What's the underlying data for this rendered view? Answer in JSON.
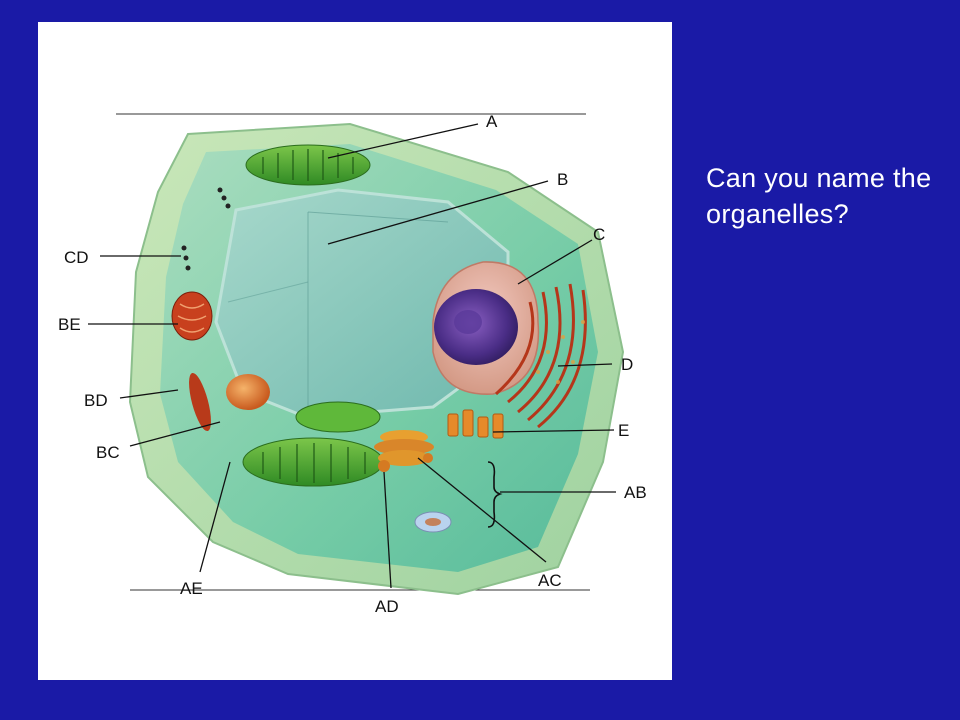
{
  "question_text": "Can you name the organelles?",
  "labels": {
    "a": "A",
    "b": "B",
    "c": "C",
    "d": "D",
    "e": "E",
    "ab": "AB",
    "ac": "AC",
    "ad": "AD",
    "ae": "AE",
    "bc": "BC",
    "bd": "BD",
    "be": "BE",
    "cd": "CD"
  },
  "colors": {
    "slide_background": "#1a1aa6",
    "panel_background": "#ffffff",
    "cytoplasm": "#7fd3b0",
    "chloroplast": "#3fa52a",
    "nucleus": "#6a3a9a",
    "mitochondrion": "#c8401e",
    "golgi": "#d9892a"
  }
}
